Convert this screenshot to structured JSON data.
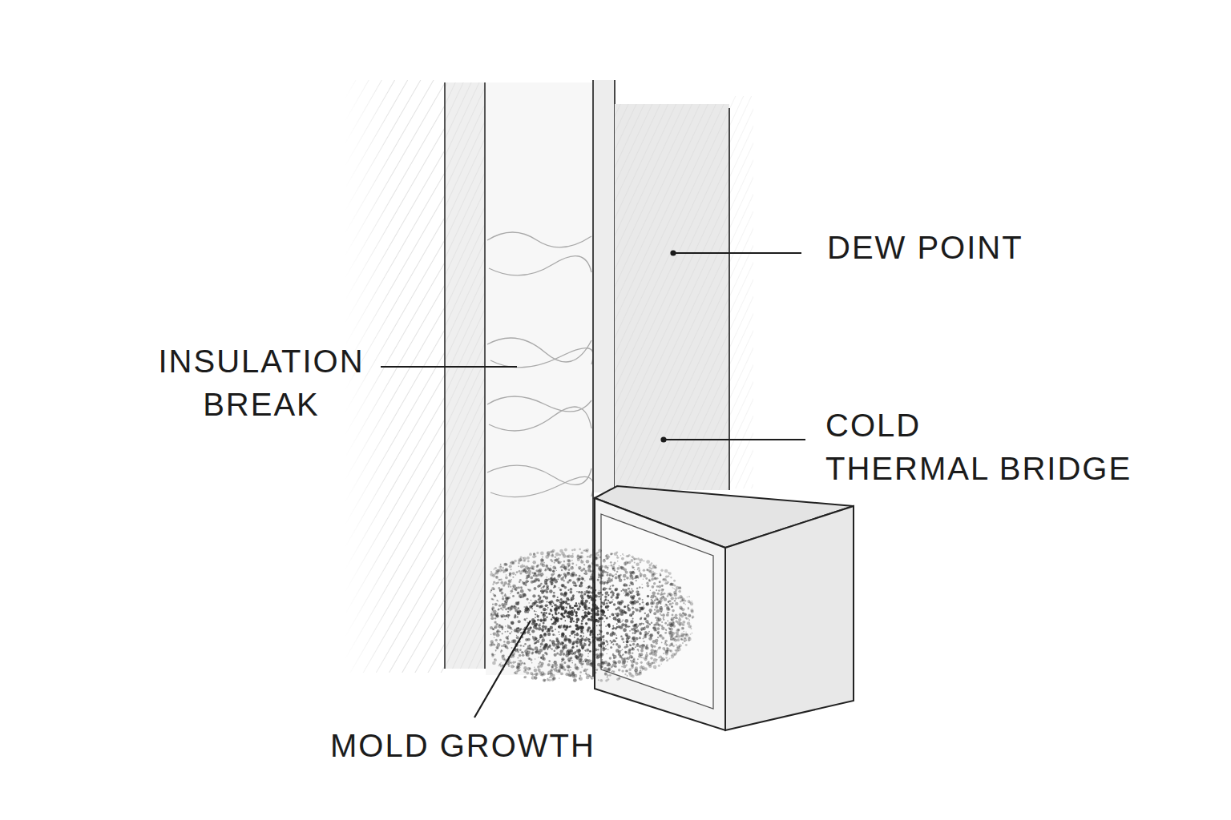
{
  "diagram": {
    "labels": [
      "DEW POINT",
      "INSULATION BREAK",
      "COLD THERMAL BRIDGE",
      "MOLD GROWTH"
    ]
  }
}
